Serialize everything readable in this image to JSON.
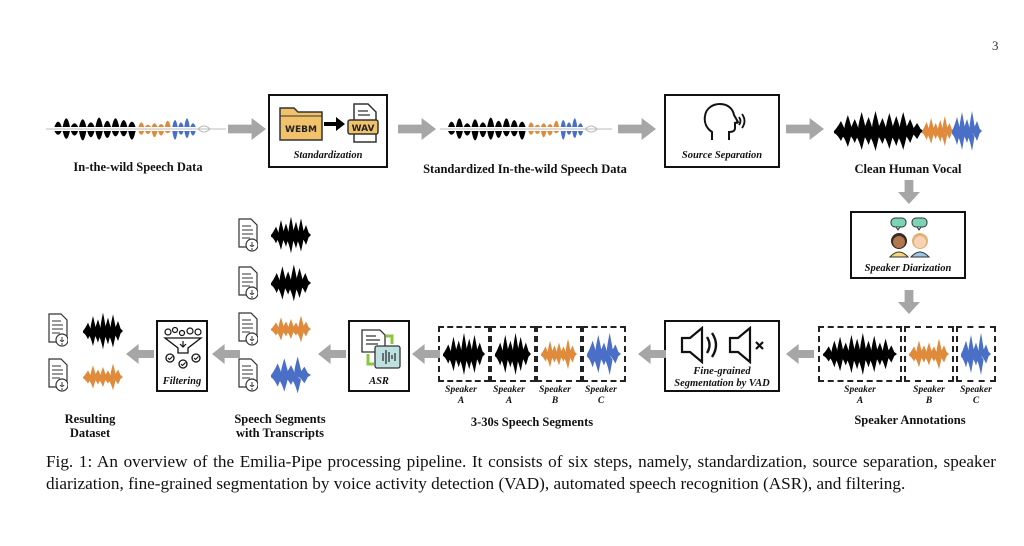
{
  "page_number": "3",
  "colors": {
    "speaker_a": "#000000",
    "speaker_b": "#E08A3C",
    "speaker_c": "#4A6FC7",
    "arrow": "#A6A6A6",
    "folder": "#F2C26B"
  },
  "row1": {
    "input_label": "In-the-wild Speech Data",
    "standardization": {
      "label": "Standardization",
      "from_format": "WEBM",
      "to_format": "WAV"
    },
    "standardized_label": "Standardized In-the-wild Speech Data",
    "source_separation": {
      "label": "Source Separation"
    },
    "clean_label": "Clean Human Vocal"
  },
  "diarization": {
    "label": "Speaker Diarization"
  },
  "speaker_annotations": {
    "label": "Speaker Annotations",
    "speakers": [
      {
        "line1": "Speaker",
        "line2": "A"
      },
      {
        "line1": "Speaker",
        "line2": "B"
      },
      {
        "line1": "Speaker",
        "line2": "C"
      }
    ]
  },
  "vad": {
    "label_line1": "Fine-grained",
    "label_line2": "Segmentation by VAD"
  },
  "segments": {
    "label": "3-30s Speech Segments",
    "speakers": [
      {
        "line1": "Speaker",
        "line2": "A"
      },
      {
        "line1": "Speaker",
        "line2": "A"
      },
      {
        "line1": "Speaker",
        "line2": "B"
      },
      {
        "line1": "Speaker",
        "line2": "C"
      }
    ]
  },
  "asr": {
    "label": "ASR"
  },
  "transcripts": {
    "label_line1": "Speech Segments",
    "label_line2": "with Transcripts"
  },
  "filtering": {
    "label": "Filtering"
  },
  "result": {
    "label_line1": "Resulting",
    "label_line2": "Dataset"
  },
  "caption": "Fig. 1: An overview of the Emilia-Pipe processing pipeline. It consists of six steps, namely, standardization, source separation, speaker diarization, fine-grained segmentation by voice activity detection (VAD), automated speech recognition (ASR), and filtering."
}
